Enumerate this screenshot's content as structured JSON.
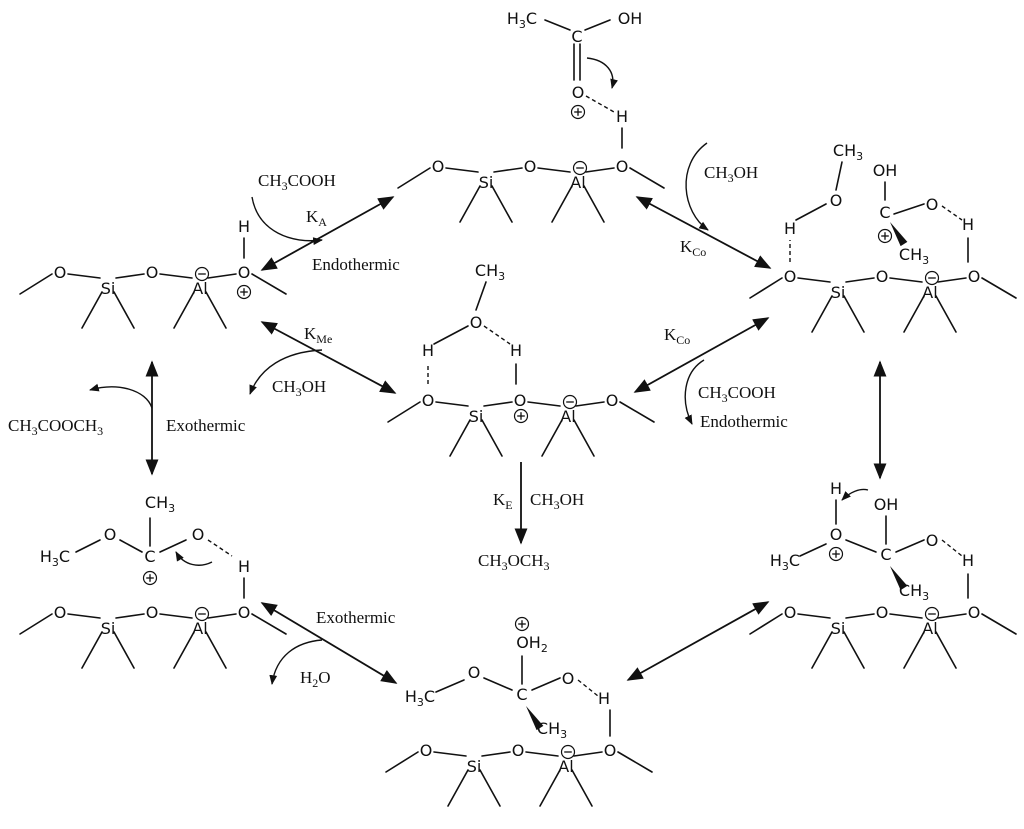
{
  "labels": {
    "acetic_acid_1": [
      "CH",
      "3",
      "COOH"
    ],
    "methanol_1": [
      "CH",
      "3",
      "OH"
    ],
    "methanol_2": [
      "CH",
      "3",
      "OH"
    ],
    "methanol_3": [
      "CH",
      "3",
      "OH"
    ],
    "acetic_acid_2": [
      "CH",
      "3",
      "COOH"
    ],
    "methyl_acetate": [
      "CH",
      "3",
      "COOCH",
      "3"
    ],
    "dimethyl_ether": [
      "CH",
      "3",
      "OCH",
      "3"
    ],
    "water": [
      "H",
      "2",
      "O"
    ],
    "endothermic_1": "Endothermic",
    "endothermic_2": "Endothermic",
    "exothermic_1": "Exothermic",
    "exothermic_2": "Exothermic",
    "k_a": [
      "K",
      "A"
    ],
    "k_co_1": [
      "K",
      "Co"
    ],
    "k_co_2": [
      "K",
      "Co"
    ],
    "k_me": [
      "K",
      "Me"
    ],
    "k_e": [
      "K",
      "E"
    ]
  },
  "atoms": {
    "O": "O",
    "Si": "Si",
    "Al": "Al",
    "H": "H",
    "C": "C",
    "OH": "OH",
    "CH3": [
      "CH",
      "3"
    ],
    "H3C": [
      "H",
      "3",
      "C"
    ],
    "OH2": [
      "OH",
      "2"
    ]
  }
}
